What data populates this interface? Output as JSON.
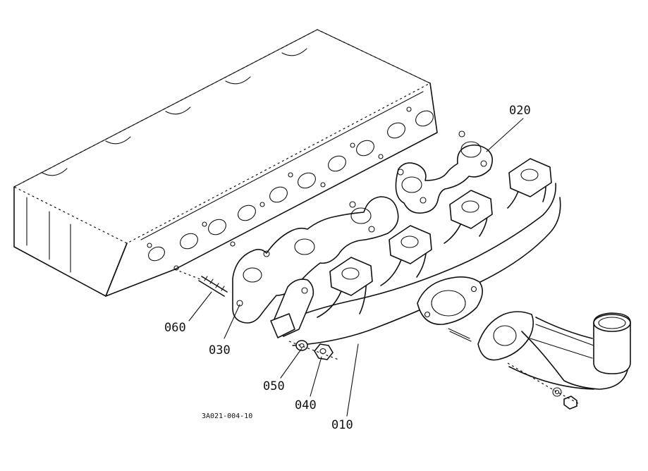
{
  "parts": [
    {
      "id": "p010",
      "label": "010"
    },
    {
      "id": "p020",
      "label": "020"
    },
    {
      "id": "p030",
      "label": "030"
    },
    {
      "id": "p040",
      "label": "040"
    },
    {
      "id": "p050",
      "label": "050"
    },
    {
      "id": "p060",
      "label": "060"
    }
  ],
  "reference_code": "3A021-004-10"
}
